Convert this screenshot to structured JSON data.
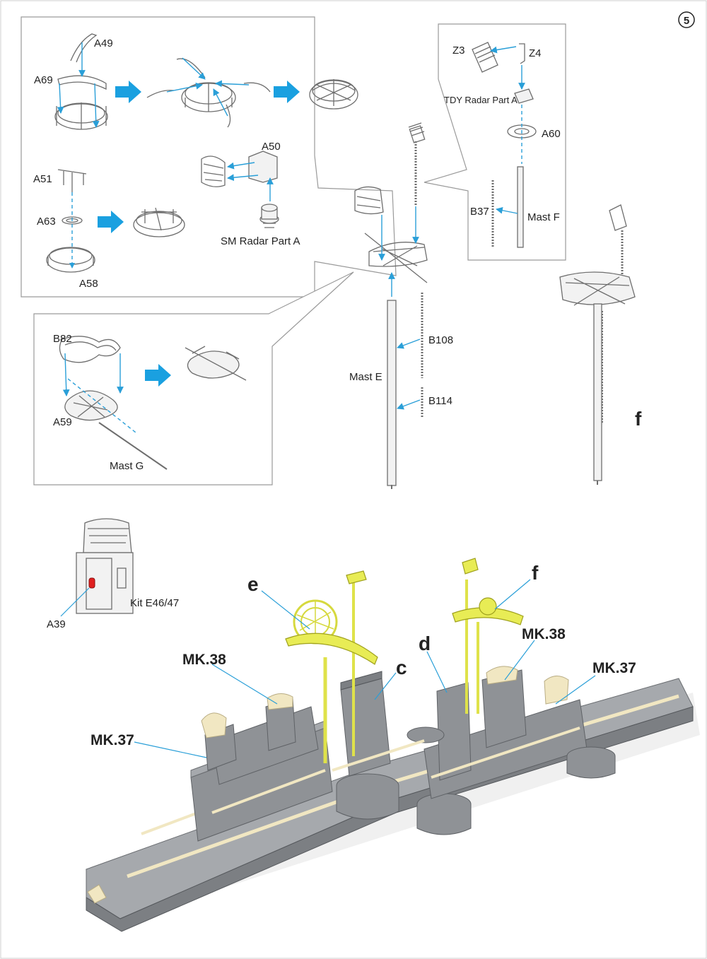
{
  "step_number": "5",
  "sub_assemblies": {
    "radar_ring": {
      "labels": [
        "A49",
        "A69"
      ]
    },
    "radar_mount": {
      "labels": [
        "A51",
        "A63",
        "A58"
      ]
    },
    "sm_radar": {
      "labels": [
        "A50",
        "SM Radar Part A"
      ]
    },
    "tdy_radar": {
      "labels": [
        "Z3",
        "Z4",
        "TDY Radar Part A",
        "A60",
        "B37",
        "Mast F"
      ]
    },
    "platform": {
      "labels": [
        "B82",
        "A59",
        "Mast G"
      ]
    },
    "mast": {
      "labels": [
        "B108",
        "B114",
        "Mast E"
      ]
    },
    "final_mast": {
      "label": "f"
    },
    "kit_detail": {
      "labels": [
        "Kit E46/47",
        "A39"
      ]
    }
  },
  "ship_callouts": [
    "e",
    "c",
    "d",
    "f",
    "MK.38",
    "MK.37",
    "MK.38",
    "MK.37"
  ],
  "colors": {
    "leader_lines": "#2a9fd8",
    "arrow_fill": "#1aa0e0",
    "photo_etch": "#f1e7c2",
    "highlight_yellow": "#e8ec55",
    "hull_grey": "#8f9296",
    "highlight_red": "#e02020"
  }
}
